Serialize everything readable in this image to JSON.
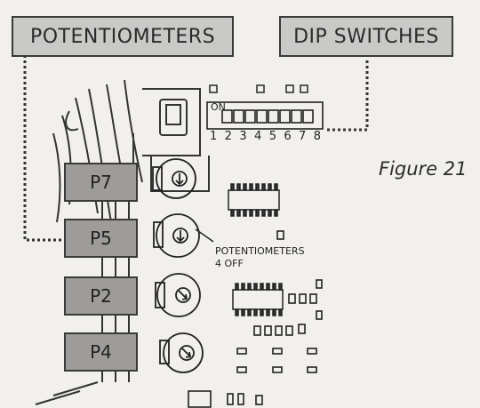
{
  "callouts": {
    "potentiometers": "POTENTIOMETERS",
    "dip_switches": "DIP SWITCHES"
  },
  "figure_label": "Figure 21",
  "dip_switch": {
    "on_label": "ON",
    "numbers": [
      "1",
      "2",
      "3",
      "4",
      "5",
      "6",
      "7",
      "8"
    ]
  },
  "pot_labels": [
    "P7",
    "P5",
    "P2",
    "P4"
  ],
  "annotation": {
    "line1": "POTENTIOMETERS",
    "line2": "4 OFF"
  }
}
